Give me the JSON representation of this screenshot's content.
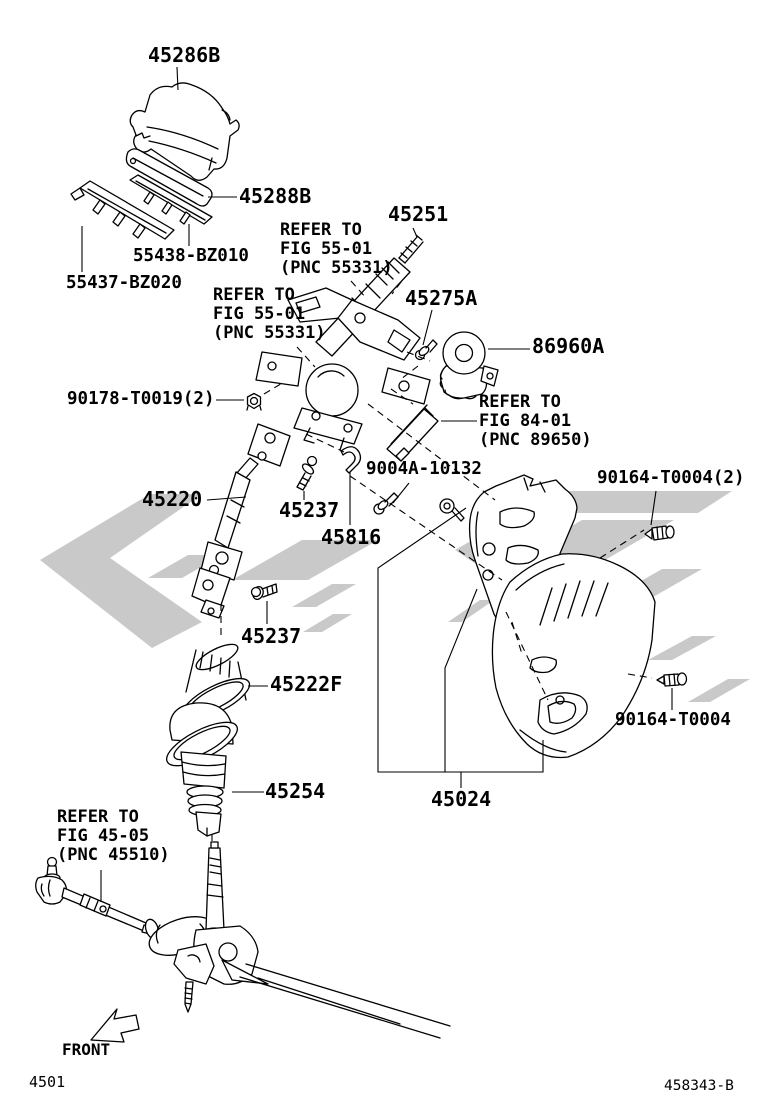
{
  "part_labels": {
    "p45286B": "45286B",
    "p45288B": "45288B",
    "p55438": "55438-BZ010",
    "p55437": "55437-BZ020",
    "p45251": "45251",
    "p45275A": "45275A",
    "p86960A": "86960A",
    "p90178": "90178-T0019(2)",
    "p9004A": "9004A-10132",
    "p45220": "45220",
    "p45237_upper": "45237",
    "p45816": "45816",
    "p90164_2": "90164-T0004(2)",
    "p45237_lower": "45237",
    "p45222F": "45222F",
    "p90164_1": "90164-T0004",
    "p45254": "45254",
    "p45024": "45024"
  },
  "refer_blocks": {
    "fig55_right": {
      "line1": "REFER TO",
      "line2": "FIG 55-01",
      "line3": "(PNC 55331)"
    },
    "fig55_left": {
      "line1": "REFER TO",
      "line2": "FIG 55-01",
      "line3": "(PNC 55331)"
    },
    "fig84": {
      "line1": "REFER TO",
      "line2": "FIG 84-01",
      "line3": "(PNC 89650)"
    },
    "fig45": {
      "line1": "REFER TO",
      "line2": "FIG 45-05",
      "line3": "(PNC 45510)"
    }
  },
  "footer": {
    "front_label": "FRONT",
    "sheet_number": "4501",
    "drawing_number": "458343-B"
  },
  "colors": {
    "line": "#000000",
    "background": "#ffffff",
    "watermark": "#c9c9c9"
  }
}
